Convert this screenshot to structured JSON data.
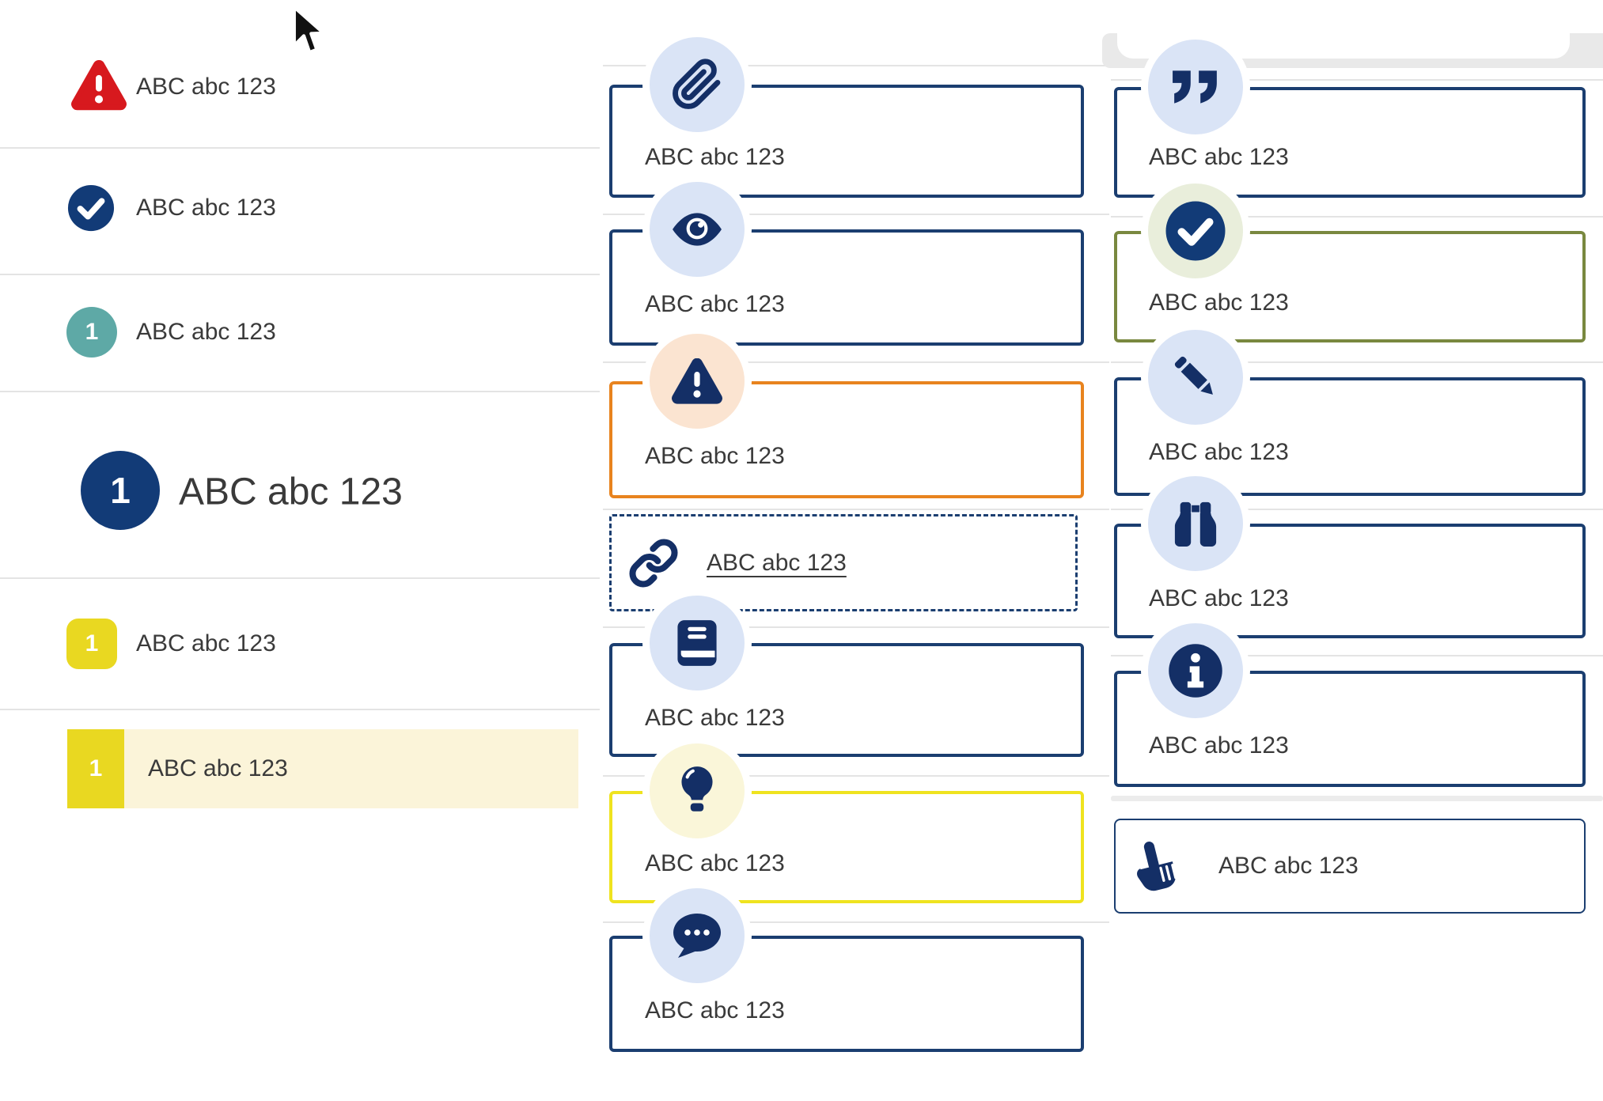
{
  "colors": {
    "navy_border": "#1b3e70",
    "icon_navy": "#142f66",
    "red": "#d7191e",
    "teal": "#5ea9a6",
    "yellow_badge": "#e9d821",
    "yellow_border": "#efe31f",
    "pale_yellow_circle": "#faf6d9",
    "cream_highlight": "#fbf4d9",
    "orange_border": "#e8831e",
    "peach_circle": "#fbe4d1",
    "olive_border": "#79883f",
    "sage_circle": "#e9eedb",
    "light_blue_circle": "#dae4f6",
    "divider": "#e4e4e4",
    "text": "#3a3a3a"
  },
  "left_list": {
    "items": [
      {
        "label": "ABC abc 123",
        "icon": "warning-triangle-icon"
      },
      {
        "label": "ABC abc 123",
        "icon": "check-circle-icon"
      },
      {
        "label": "ABC abc 123",
        "badge": "1",
        "style": "teal-circle"
      },
      {
        "label": "ABC abc 123",
        "badge": "1",
        "style": "navy-circle-large"
      },
      {
        "label": "ABC abc 123",
        "badge": "1",
        "style": "yellow-rounded-square"
      },
      {
        "label": "ABC abc 123",
        "badge": "1",
        "style": "yellow-square-highlighted"
      }
    ]
  },
  "middle_callouts": [
    {
      "label": "ABC abc 123",
      "icon": "paperclip-icon",
      "border": "navy"
    },
    {
      "label": "ABC abc 123",
      "icon": "eye-icon",
      "border": "navy"
    },
    {
      "label": "ABC abc 123",
      "icon": "warning-triangle-icon",
      "border": "orange"
    },
    {
      "label": "ABC abc 123",
      "icon": "link-icon",
      "border": "navy-dashed",
      "is_link": true
    },
    {
      "label": "ABC abc 123",
      "icon": "book-icon",
      "border": "navy"
    },
    {
      "label": "ABC abc 123",
      "icon": "lightbulb-icon",
      "border": "yellow"
    },
    {
      "label": "ABC abc 123",
      "icon": "chat-icon",
      "border": "navy"
    }
  ],
  "right_callouts": [
    {
      "label": "ABC abc 123",
      "icon": "quote-icon",
      "border": "navy"
    },
    {
      "label": "ABC abc 123",
      "icon": "check-circle-icon",
      "border": "olive"
    },
    {
      "label": "ABC abc 123",
      "icon": "pencil-icon",
      "border": "navy"
    },
    {
      "label": "ABC abc 123",
      "icon": "binoculars-icon",
      "border": "navy"
    },
    {
      "label": "ABC abc 123",
      "icon": "info-icon",
      "border": "navy"
    },
    {
      "label": "ABC abc 123",
      "icon": "hand-point-up-icon",
      "border": "navy-thin"
    }
  ]
}
